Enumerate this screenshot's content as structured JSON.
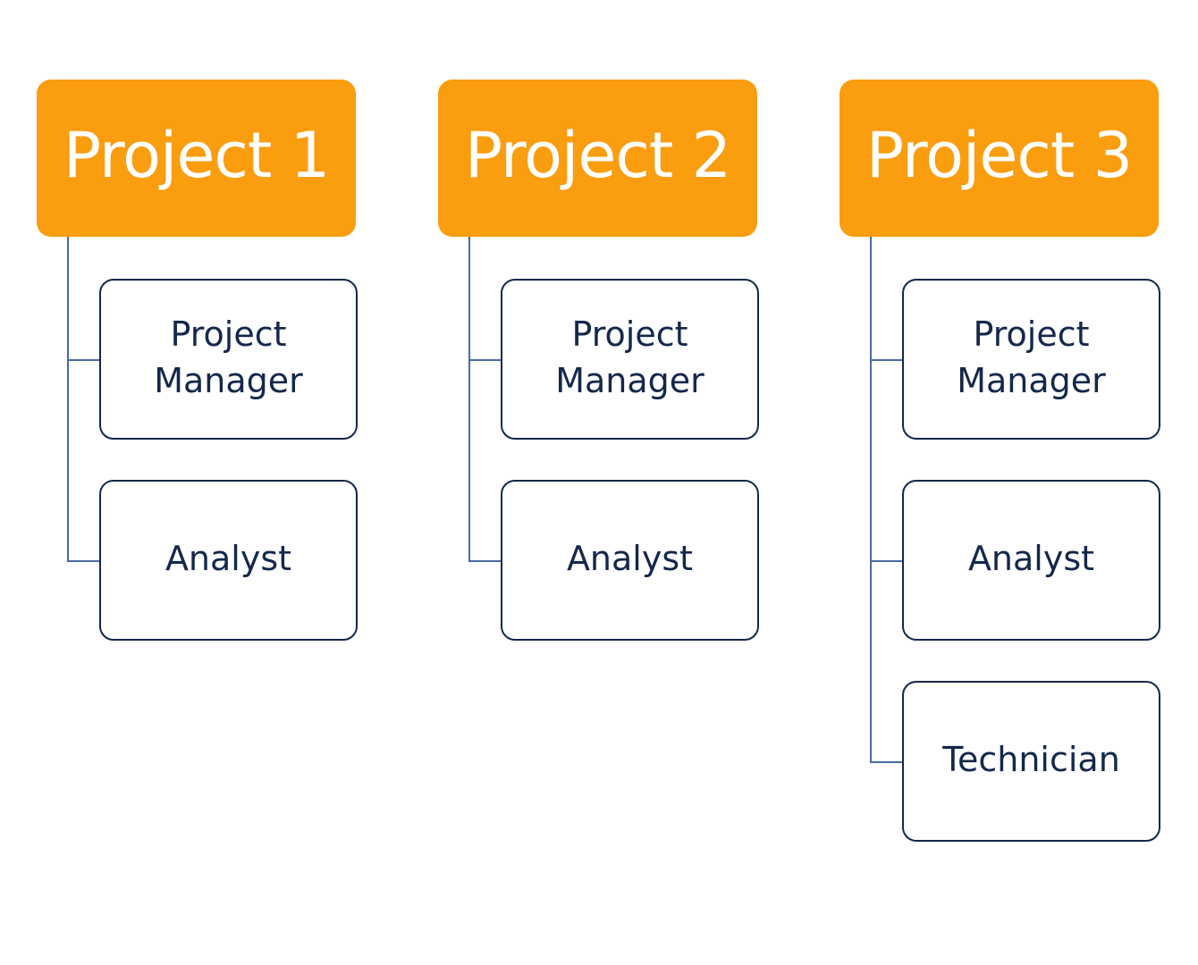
{
  "colors": {
    "header_fill": "#fa9d0f",
    "header_text": "#ffffff",
    "box_border": "#14284b",
    "box_text": "#14284b",
    "connector": "#4a6aa5"
  },
  "projects": [
    {
      "title": "Project 1",
      "roles": [
        "Project\nManager",
        "Analyst"
      ]
    },
    {
      "title": "Project 2",
      "roles": [
        "Project\nManager",
        "Analyst"
      ]
    },
    {
      "title": "Project 3",
      "roles": [
        "Project\nManager",
        "Analyst",
        "Technician"
      ]
    }
  ]
}
